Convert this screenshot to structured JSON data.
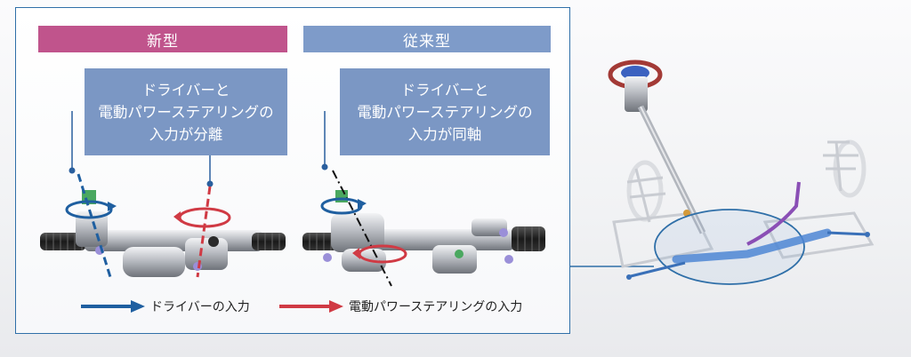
{
  "panel": {
    "new_header": "新型",
    "old_header": "従来型",
    "new_callout": [
      "ドライバーと",
      "電動パワーステアリングの",
      "入力が分離"
    ],
    "old_callout": [
      "ドライバーと",
      "電動パワーステアリングの",
      "入力が同軸"
    ]
  },
  "legend": {
    "driver_label": "ドライバーの入力",
    "motor_label": "電動パワーステアリングの入力"
  },
  "colors": {
    "frame": "#2f6fa8",
    "new_header": "#c0548c",
    "old_header": "#7e9bc9",
    "callout": "#7b97c4",
    "driver_arrow": "#1f5fa0",
    "motor_arrow": "#d03a44"
  }
}
